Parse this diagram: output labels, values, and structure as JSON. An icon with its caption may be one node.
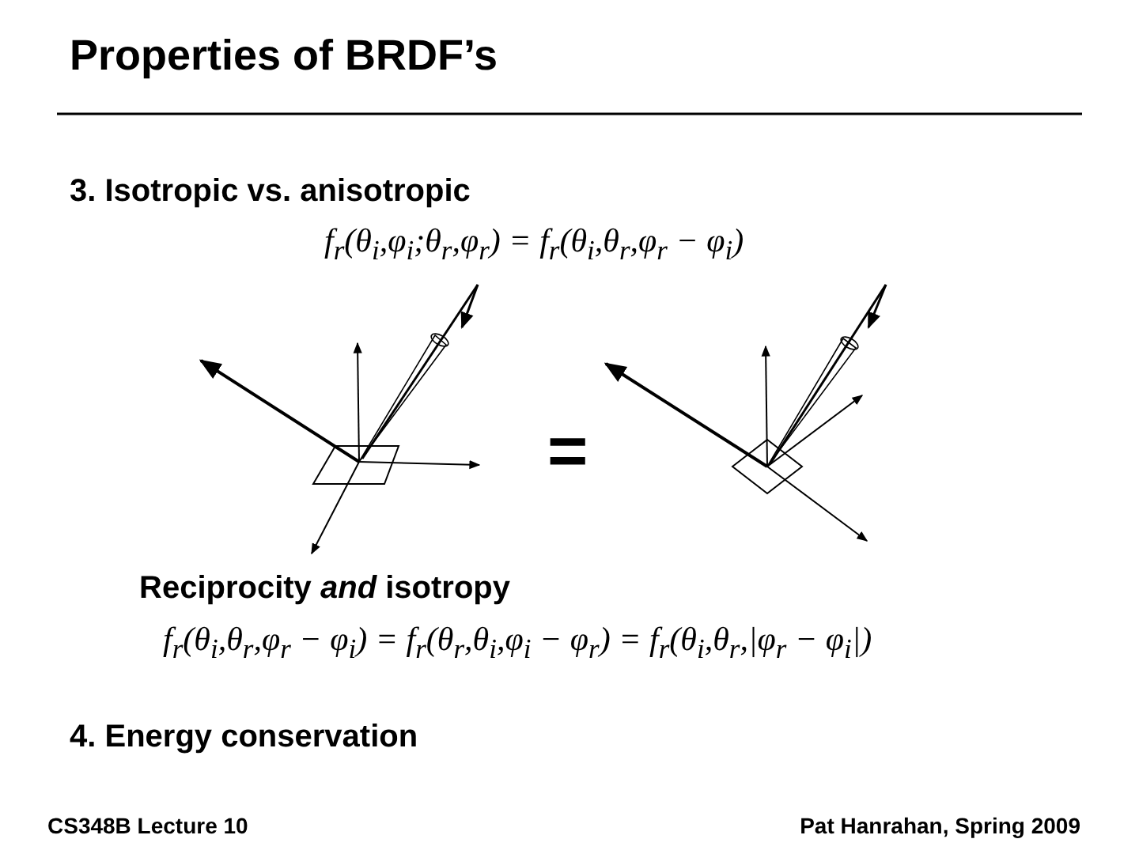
{
  "diagram": {
    "title": "Properties of BRDF’s",
    "labels": [
      "3. Isotropic vs. anisotropic",
      "f$_{r}$(θ$_{i}$,φ$_{i}$;θ$_{r}$,φ$_{r}$) = f$_{r}$(θ$_{i}$,θ$_{r}$,φ$_{r}$ − φ$_{i}$)",
      "=",
      "Reciprocity *and* isotropy",
      "f$_{r}$(θ$_{i}$,θ$_{r}$,φ$_{r}$ − φ$_{i}$) = f$_{r}$(θ$_{r}$,θ$_{i}$,φ$_{i}$ − φ$_{r}$) = f$_{r}$(θ$_{i}$,θ$_{r}$,|φ$_{r}$ − φ$_{i}$|)",
      "4. Energy conservation",
      "CS348B Lecture 10",
      "Pat Hanrahan, Spring 2009"
    ]
  }
}
